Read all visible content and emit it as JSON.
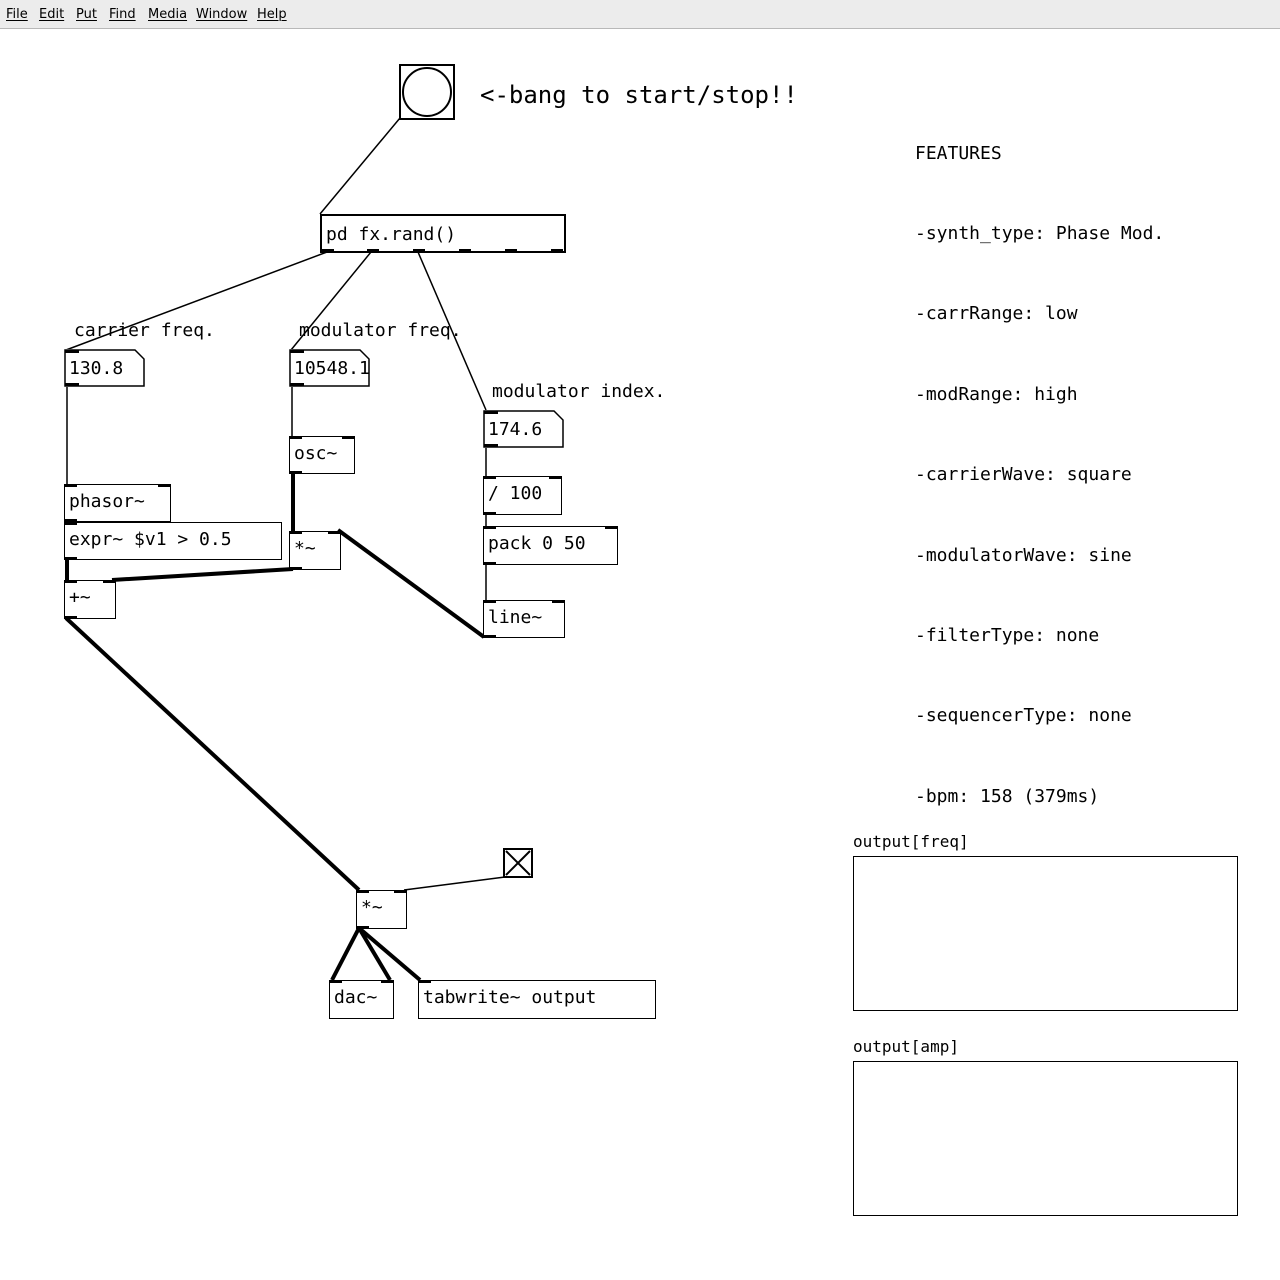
{
  "menu": [
    "File",
    "Edit",
    "Put",
    "Find",
    "Media",
    "Window",
    "Help"
  ],
  "bang_comment": "<-bang to start/stop!!",
  "features": {
    "title": "FEATURES",
    "lines": [
      "-synth_type: Phase Mod.",
      "-carrRange: low",
      "-modRange: high",
      "-carrierWave: square",
      "-modulatorWave: sine",
      "-filterType: none",
      "-sequencerType: none",
      "-bpm: 158 (379ms)"
    ]
  },
  "objects": {
    "pd_rand": "pd   fx.rand()",
    "osc": "osc~",
    "phasor": "phasor~",
    "expr": "expr~ $v1 > 0.5",
    "mul_mod": "*~",
    "add": "+~",
    "div": "/ 100",
    "pack": "pack 0 50",
    "line": "line~",
    "mul_out": "*~",
    "dac": "dac~",
    "tabwrite": "tabwrite~ output"
  },
  "comments": {
    "carrier": "carrier freq.",
    "modulator": "modulator freq.",
    "index": "modulator index."
  },
  "numbers": {
    "carrier_freq": "130.8",
    "modulator_freq": "10548.1",
    "modulator_index": "174.6"
  },
  "graphs": {
    "freq_label": "output[freq]",
    "amp_label": "output[amp]"
  },
  "toggle_checked": true
}
